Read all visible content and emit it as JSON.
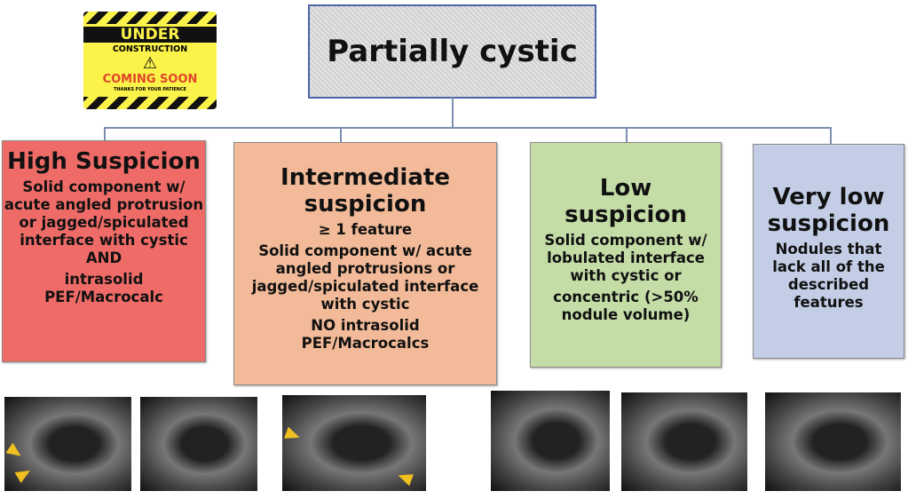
{
  "title": "Partially cystic",
  "sign": {
    "line1": "UNDER",
    "line2": "CONSTRUCTION",
    "line3": "COMING SOON",
    "line4": "THANKS FOR YOUR PATIENCE"
  },
  "categories": [
    {
      "heading": "High Suspicion",
      "paragraphs": [
        "Solid component w/ acute angled protrusion or jagged/spiculated interface with cystic AND",
        "intrasolid PEF/Macrocalc"
      ],
      "color": "#ee6b67"
    },
    {
      "heading": "Intermediate suspicion",
      "paragraphs": [
        "≥ 1 feature",
        "Solid component w/ acute angled protrusions or jagged/spiculated interface with cystic",
        "NO intrasolid PEF/Macrocalcs"
      ],
      "color": "#f2ba98"
    },
    {
      "heading": "Low suspicion",
      "paragraphs": [
        "Solid component w/ lobulated interface with cystic or",
        "concentric (>50% nodule volume)"
      ],
      "color": "#c4dca6"
    },
    {
      "heading": "Very low suspicion",
      "paragraphs": [
        "Nodules that lack all of the described features"
      ],
      "color": "#c3cee6"
    }
  ]
}
